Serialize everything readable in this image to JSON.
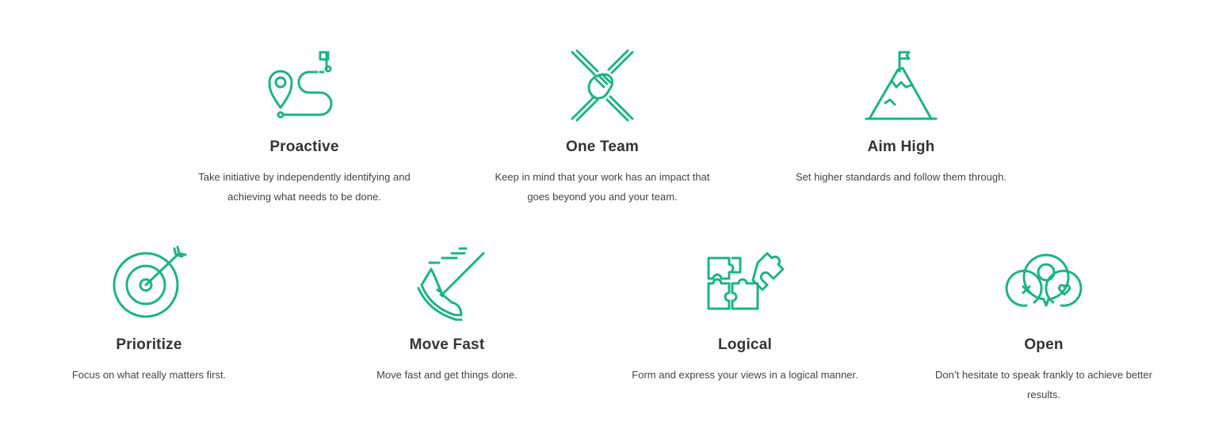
{
  "accent_color": "#1db386",
  "values": [
    {
      "icon": "route-icon",
      "title": "Proactive",
      "desc": "Take initiative by independently identifying and achieving what needs to be done."
    },
    {
      "icon": "team-hands-icon",
      "title": "One Team",
      "desc": "Keep in mind that your work has an impact that goes beyond you and your team."
    },
    {
      "icon": "mountain-flag-icon",
      "title": "Aim High",
      "desc": "Set higher standards and follow them through."
    },
    {
      "icon": "target-icon",
      "title": "Prioritize",
      "desc": "Focus on what really matters first."
    },
    {
      "icon": "running-shoe-icon",
      "title": "Move Fast",
      "desc": "Move fast and get things done."
    },
    {
      "icon": "puzzle-icon",
      "title": "Logical",
      "desc": "Form and express your views in a logical manner."
    },
    {
      "icon": "speech-bubbles-icon",
      "title": "Open",
      "desc": "Don’t hesitate to speak frankly to achieve better results."
    }
  ]
}
